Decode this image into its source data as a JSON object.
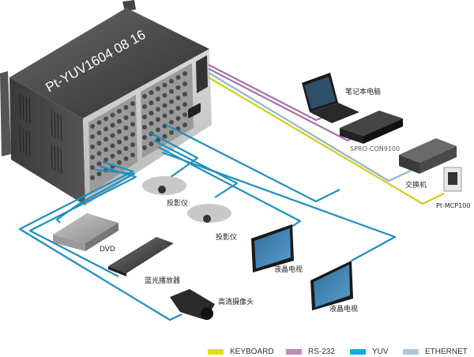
{
  "diagram": {
    "matrix": {
      "model": "Pt-YUV1604 08 16"
    },
    "devices": {
      "laptop": "笔记本电脑",
      "controller": "SPRO-CON9100",
      "switch": "交换机",
      "panel": "Pt-MCP100",
      "projector1": "投影仪",
      "projector2": "投影仪",
      "dvd": "DVD",
      "bluray": "蓝光播放器",
      "camera": "高清摄像头",
      "lcd1": "液晶电视",
      "lcd2": "液晶电视"
    },
    "colors": {
      "keyboard": "#d4cc1a",
      "rs232": "#a872a8",
      "yuv": "#1f8fbf",
      "ethernet": "#8fb8c8"
    }
  },
  "legend": [
    {
      "label": "KEYBOARD",
      "color": "#e2e000"
    },
    {
      "label": "RS-232",
      "color": "#c08cb8"
    },
    {
      "label": "YUV",
      "color": "#13a9e0"
    },
    {
      "label": "ETHERNET",
      "color": "#a8c8d8"
    }
  ]
}
